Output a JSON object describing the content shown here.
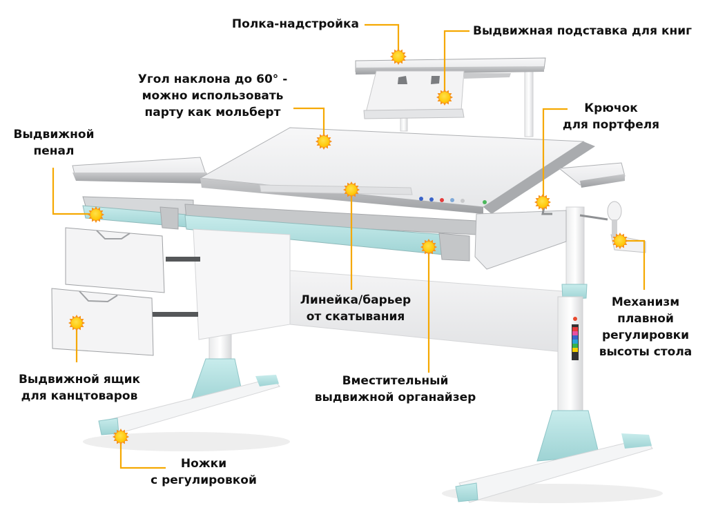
{
  "title": "Парта-трансформер: схема элементов",
  "colors": {
    "callout_line": "#F5A800",
    "marker_fill": "#FFD000",
    "marker_rays": "#F7941D",
    "accent_mint": "#A8DCDD",
    "desk_gray": "#B9BBBD",
    "desk_white": "#F1F2F3",
    "text": "#111111"
  },
  "callouts": [
    {
      "id": "shelf",
      "lines": [
        "Полка-надстройка"
      ]
    },
    {
      "id": "book_stand",
      "lines": [
        "Выдвижная подставка для книг"
      ]
    },
    {
      "id": "tilt",
      "lines": [
        "Угол наклона до 60° -",
        "можно использовать",
        "парту как мольберт"
      ]
    },
    {
      "id": "pencil_case",
      "lines": [
        "Выдвижной",
        "пенал"
      ]
    },
    {
      "id": "hook",
      "lines": [
        "Крючок",
        "для портфеля"
      ]
    },
    {
      "id": "height_mechanism",
      "lines": [
        "Механизм",
        "плавной",
        "регулировки",
        "высоты стола"
      ]
    },
    {
      "id": "ruler",
      "lines": [
        "Линейка/барьер",
        "от скатывания"
      ]
    },
    {
      "id": "organizer",
      "lines": [
        "Вместительный",
        "выдвижной органайзер"
      ]
    },
    {
      "id": "drawer",
      "lines": [
        "Выдвижной ящик",
        "для канцтоваров"
      ]
    },
    {
      "id": "feet",
      "lines": [
        "Ножки",
        "с регулировкой"
      ]
    }
  ]
}
